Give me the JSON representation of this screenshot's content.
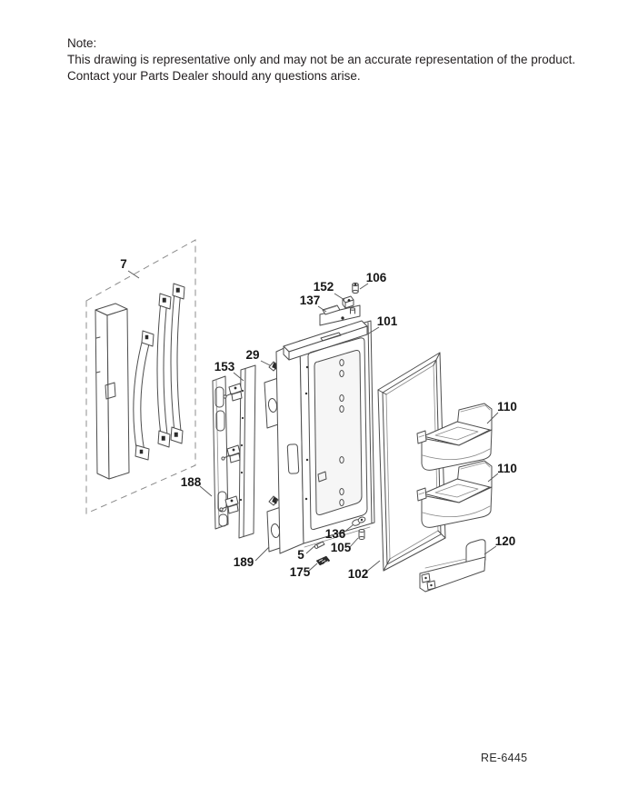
{
  "note": {
    "title": "Note:",
    "lines": [
      "This drawing is representative only and may not be an accurate representation of the product.",
      "Contact your Parts Dealer should any questions arise."
    ]
  },
  "diagram_ref": "RE-6445",
  "colors": {
    "ink": "#1a1a1a",
    "line": "#4d4d4d"
  },
  "callouts": [
    {
      "part": "7"
    },
    {
      "part": "152"
    },
    {
      "part": "106"
    },
    {
      "part": "137"
    },
    {
      "part": "101"
    },
    {
      "part": "29"
    },
    {
      "part": "153"
    },
    {
      "part": "188"
    },
    {
      "part": "189"
    },
    {
      "part": "110"
    },
    {
      "part": "110"
    },
    {
      "part": "120"
    },
    {
      "part": "136"
    },
    {
      "part": "105"
    },
    {
      "part": "5"
    },
    {
      "part": "175"
    },
    {
      "part": "102"
    }
  ]
}
